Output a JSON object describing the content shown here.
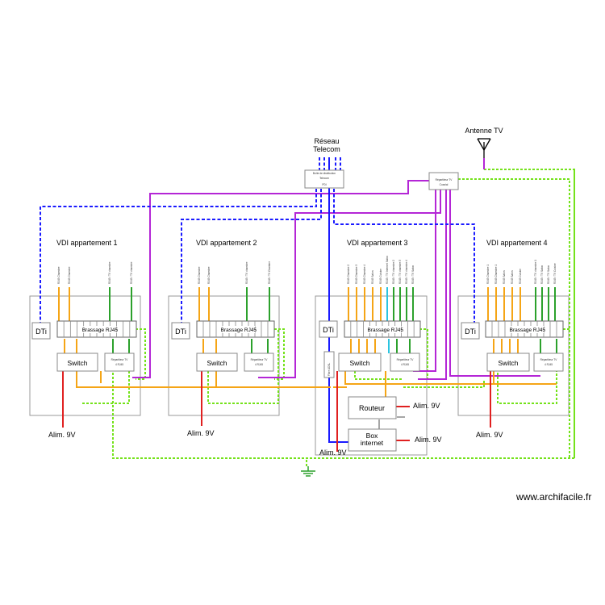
{
  "labels": {
    "reseau_line1": "Réseau",
    "reseau_line2": "Telecom",
    "antenne": "Antenne TV",
    "boitier_line1": "Boîte de distribution",
    "boitier_line2": "Telecom",
    "boitier_line3": "PDI",
    "repartiteur_line1": "Répartiteur TV",
    "repartiteur_line2": "Coaxial",
    "routeur": "Routeur",
    "box_line1": "Box",
    "box_line2": "internet",
    "fibre": "Fibre ADSL",
    "alim": "Alim. 9V",
    "watermark": "www.archifacile.fr"
  },
  "panel_labels": {
    "dti": "DTi",
    "brassage": "Brassage RJ45",
    "switch": "Switch",
    "rep_line1": "Répartiteur TV",
    "rep_line2": "4 RJ45"
  },
  "apartments": [
    {
      "title": "VDI appartement 1",
      "outlets": [
        "RJ45 Chambre",
        "RJ45 Chambre",
        "RJ45 / TV chambre",
        "RJ45 / TV chambre"
      ]
    },
    {
      "title": "VDI appartement 2",
      "outlets": [
        "RJ45 Chambre",
        "RJ45 Chambre",
        "RJ45 / TV chambre",
        "RJ45 / TV Chambre"
      ]
    },
    {
      "title": "VDI appartement 3",
      "outlets": [
        "RJ45 Chambre 2",
        "RJ45 Chambre 3",
        "RJ45 Chambre 4",
        "RJ45 Salon",
        "RJ45 Cuisine",
        "RJ45 / TV Internet Salon",
        "RJ45 / TV chambre 2",
        "RJ45 / TV chambre 3",
        "RJ45 / TV chambre 4",
        "RJ45 / TV Salon"
      ]
    },
    {
      "title": "VDI appartement 4",
      "outlets": [
        "RJ45 Chambre 1",
        "RJ45 Chambre 1",
        "RJ45 Salon",
        "RJ45 Salon",
        "RJ45 Cuisine",
        "RJ45 / TV chambre 1",
        "RJ45 / TV Salon",
        "RJ45 / TV Salon",
        "RJ45 / TV Cuisine"
      ]
    }
  ],
  "colors": {
    "telecom": "#1a1aff",
    "coax": "#b426d6",
    "rj45": "#f5a516",
    "tv": "#2ca12c",
    "power": "#e02020",
    "ground": "#74e21a",
    "fiber": "#2bc4e0",
    "box": "#888888"
  }
}
